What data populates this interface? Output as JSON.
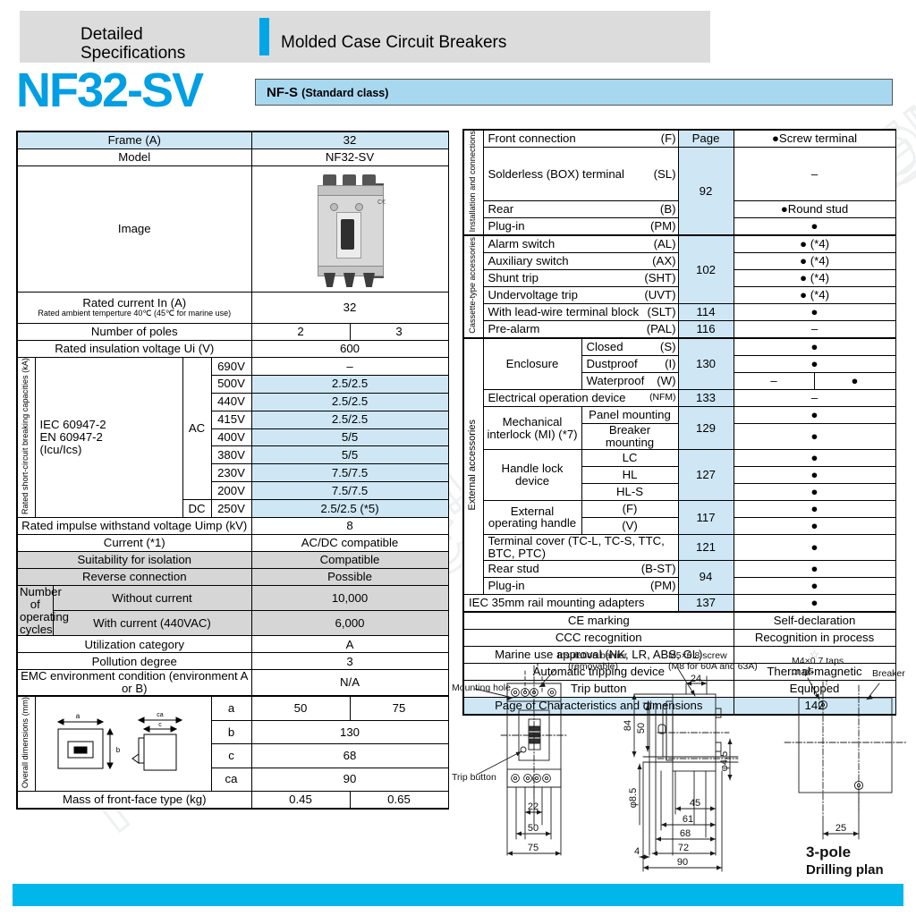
{
  "header": {
    "kicker_line1": "Detailed",
    "kicker_line2": "Specifications",
    "category": "Molded Case Circuit Breakers",
    "accent_color": "#00a6e6"
  },
  "title": "NF32-SV",
  "badge": {
    "code": "NF-S",
    "class_note": "(Standard class)"
  },
  "colors": {
    "title_blue": "#009fe3",
    "badge_blue": "#a8d8ef",
    "row_blue": "#cfe7f5",
    "row_gray": "#d6d6d6",
    "bottom_bar": "#00b7ec",
    "header_gray": "#dcdcdc"
  },
  "left_table": {
    "frame_label": "Frame (A)",
    "frame_value": "32",
    "model_label": "Model",
    "model_value": "NF32-SV",
    "image_label": "Image",
    "rated_current_label": "Rated current In (A)",
    "rated_current_sub": "Rated ambient temperture 40℃ (45℃ for marine use)",
    "rated_current_value": "32",
    "poles_label": "Number of poles",
    "poles_2": "2",
    "poles_3": "3",
    "insulation_label": "Rated insulation voltage Ui (V)",
    "insulation_value": "600",
    "breaking_side_label": "Rated short-circuit breaking capacities (kA)",
    "standard_line1": "IEC 60947-2",
    "standard_line2": "EN 60947-2",
    "standard_line3": "(Icu/Ics)",
    "ac_label": "AC",
    "dc_label": "DC",
    "breaking_rows": [
      {
        "voltage": "690V",
        "value": "–",
        "highlight": false
      },
      {
        "voltage": "500V",
        "value": "2.5/2.5",
        "highlight": true
      },
      {
        "voltage": "440V",
        "value": "2.5/2.5",
        "highlight": true
      },
      {
        "voltage": "415V",
        "value": "2.5/2.5",
        "highlight": true
      },
      {
        "voltage": "400V",
        "value": "5/5",
        "highlight": true
      },
      {
        "voltage": "380V",
        "value": "5/5",
        "highlight": true
      },
      {
        "voltage": "230V",
        "value": "7.5/7.5",
        "highlight": true
      },
      {
        "voltage": "200V",
        "value": "7.5/7.5",
        "highlight": true
      },
      {
        "voltage": "250V",
        "value": "2.5/2.5 (*5)",
        "highlight": true
      }
    ],
    "impulse_label": "Rated impulse withstand voltage Uimp (kV)",
    "impulse_value": "8",
    "current_label": "Current (*1)",
    "current_value": "AC/DC compatible",
    "isolation_label": "Suitability for isolation",
    "isolation_value": "Compatible",
    "reverse_label": "Reverse connection",
    "reverse_value": "Possible",
    "cycles_label_1": "Number of",
    "cycles_label_2": "operating cycles",
    "cycles_without_label": "Without current",
    "cycles_without_value": "10,000",
    "cycles_with_label": "With current (440VAC)",
    "cycles_with_value": "6,000",
    "utilization_label": "Utilization category",
    "utilization_value": "A",
    "pollution_label": "Pollution degree",
    "pollution_value": "3",
    "emc_label": "EMC environment condition (environment A or B)",
    "emc_value": "N/A",
    "dims_side_label": "Overall dimensions (mm)",
    "dim_diagram_labels": {
      "a": "a",
      "b": "b",
      "c": "c",
      "ca": "ca"
    },
    "dims": [
      {
        "key": "a",
        "val2": "50",
        "val3": "75",
        "split": true
      },
      {
        "key": "b",
        "val": "130",
        "split": false
      },
      {
        "key": "c",
        "val": "68",
        "split": false
      },
      {
        "key": "ca",
        "val": "90",
        "split": false
      }
    ],
    "mass_label": "Mass of front-face type (kg)",
    "mass_2": "0.45",
    "mass_3": "0.65"
  },
  "right_table": {
    "group_install": "Installation and connections",
    "group_cassette": "Cassette-type accessories",
    "group_external": "External accessories",
    "page_header": "Page",
    "install_rows": [
      {
        "label": "Front connection",
        "code": "(F)",
        "page": "92",
        "value": "●Screw terminal"
      },
      {
        "label": "Solderless (BOX) terminal",
        "code": "(SL)",
        "value": "–"
      },
      {
        "label": "Rear",
        "code": "(B)",
        "value": "●Round stud"
      },
      {
        "label": "Plug-in",
        "code": "(PM)",
        "value": "●"
      }
    ],
    "cassette_rows": [
      {
        "label": "Alarm switch",
        "code": "(AL)",
        "page": "102",
        "value": "● (*4)"
      },
      {
        "label": "Auxiliary switch",
        "code": "(AX)",
        "value": "● (*4)"
      },
      {
        "label": "Shunt trip",
        "code": "(SHT)",
        "value": "● (*4)"
      },
      {
        "label": "Undervoltage trip",
        "code": "(UVT)",
        "value": "● (*4)"
      },
      {
        "label": "With lead-wire terminal block",
        "code": "(SLT)",
        "page": "114",
        "value": "●"
      },
      {
        "label": "Pre-alarm",
        "code": "(PAL)",
        "page": "116",
        "value": "–"
      }
    ],
    "enclosure_label": "Enclosure",
    "enclosure_page": "130",
    "enclosure_rows": [
      {
        "label": "Closed",
        "code": "(S)",
        "value": "●"
      },
      {
        "label": "Dustproof",
        "code": "(I)",
        "value": "●"
      },
      {
        "label": "Waterproof",
        "code": "(W)",
        "value_2pole": "–",
        "value_3pole": "●",
        "split": true
      }
    ],
    "nfm_label": "Electrical operation device",
    "nfm_code": "(NFM)",
    "nfm_page": "133",
    "nfm_value": "–",
    "mi_label_1": "Mechanical",
    "mi_label_2": "interlock (MI) (*7)",
    "mi_page": "129",
    "mi_rows": [
      {
        "label": "Panel mounting",
        "value": "●"
      },
      {
        "label": "Breaker mounting",
        "value": "●"
      }
    ],
    "handle_lock_label_1": "Handle lock",
    "handle_lock_label_2": "device",
    "handle_lock_page": "127",
    "handle_lock_rows": [
      {
        "label": "LC",
        "value": "●"
      },
      {
        "label": "HL",
        "value": "●"
      },
      {
        "label": "HL-S",
        "value": "●"
      }
    ],
    "ext_handle_label_1": "External",
    "ext_handle_label_2": "operating handle",
    "ext_handle_page": "117",
    "ext_handle_rows": [
      {
        "label": "(F)",
        "value": "●"
      },
      {
        "label": "(V)",
        "value": "●"
      }
    ],
    "terminal_cover_label": "Terminal cover (TC-L, TC-S, TTC, BTC, PTC)",
    "terminal_cover_page": "121",
    "terminal_cover_value": "●",
    "rear_stud_label": "Rear stud",
    "rear_stud_code": "(B-ST)",
    "rear_stud_page": "94",
    "rear_stud_value": "●",
    "plugin_label": "Plug-in",
    "plugin_code": "(PM)",
    "plugin_value": "●",
    "rail_label": "IEC 35mm rail mounting adapters",
    "rail_page": "137",
    "rail_value": "●",
    "footer_rows": [
      {
        "label": "CE marking",
        "value": "Self-declaration",
        "highlight": false
      },
      {
        "label": "CCC recognition",
        "value": "Recognition in process",
        "highlight": false
      },
      {
        "label": "Marine use approval (NK, LR, ABS, GL)",
        "value": "☆",
        "highlight": false
      },
      {
        "label": "Automatic tripping device",
        "value": "Thermal-magnetic",
        "highlight": false
      },
      {
        "label": "Trip button",
        "value": "Equipped",
        "highlight": false
      },
      {
        "label": "Page of Characteristics and dimensions",
        "value": "142",
        "highlight": true
      }
    ]
  },
  "drawings": {
    "front": {
      "callout_mounting_hole": "Mounting hole",
      "callout_insulation_1": "Insulation barrier",
      "callout_insulation_2": "(removable)",
      "callout_trip_button": "Trip button",
      "dim_22": "22",
      "dim_50": "50",
      "dim_75": "75"
    },
    "side": {
      "callout_screw_1": "M5×0.8 screw",
      "callout_screw_2": "(M8 for 60A and 63A)",
      "dim_24": "24",
      "dim_84": "84",
      "dim_50": "50",
      "dim_d45": "φ4.5",
      "dim_d85": "φ8.5",
      "dim_45": "45",
      "dim_61": "61",
      "dim_68": "68",
      "dim_4": "4",
      "dim_72": "72",
      "dim_90": "90"
    },
    "plan": {
      "callout_taps_1": "M4×0.7 taps",
      "callout_taps_2": "or φ5",
      "callout_breaker": "Breaker",
      "dim_25": "25",
      "caption_1": "3-pole",
      "caption_2": "Drilling plan"
    }
  },
  "watermark": {
    "text": "THON ELECTRONICS"
  }
}
